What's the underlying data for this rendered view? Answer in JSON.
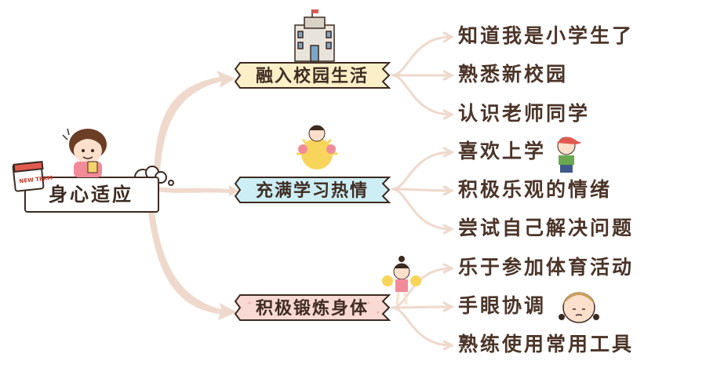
{
  "root": {
    "label": "身心适应"
  },
  "branches": [
    {
      "label": "融入校园生活",
      "color": "#fbefc8",
      "leaves": [
        "知道我是小学生了",
        "熟悉新校园",
        "认识老师同学"
      ]
    },
    {
      "label": "充满学习热情",
      "color": "#cdeef5",
      "leaves": [
        "喜欢上学",
        "积极乐观的情绪",
        "尝试自己解决问题"
      ]
    },
    {
      "label": "积极锻炼身体",
      "color": "#f9d9d4",
      "leaves": [
        "乐于参加体育活动",
        "手眼协调",
        "熟练使用常用工具"
      ]
    }
  ],
  "calendar_badge": "NEW TERM",
  "colors": {
    "connector": "#efd9cc",
    "text": "#4b3428",
    "outline": "#3d2a20"
  }
}
